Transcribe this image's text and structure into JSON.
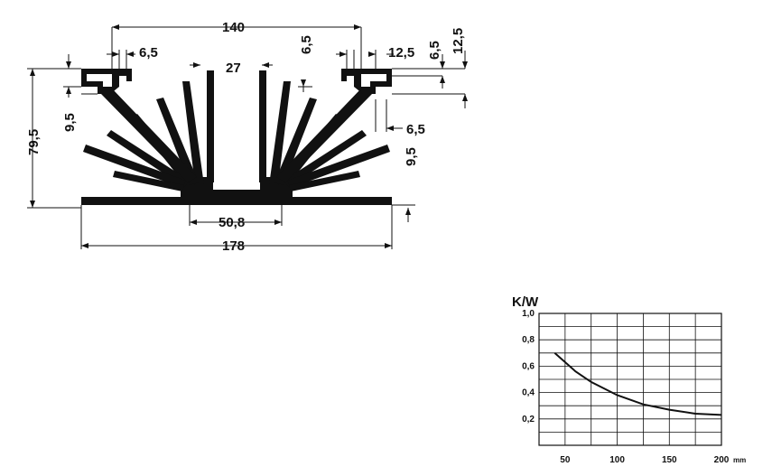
{
  "drawing": {
    "dimensions": {
      "d140": "140",
      "d6_5_top": "6,5",
      "d27": "27",
      "d6_5_right": "6,5",
      "d12_5": "12,5",
      "d6_5_vert": "6,5",
      "d12_5_vert": "12,5",
      "d9_5_left": "9,5",
      "d79_5": "79,5",
      "d6_5_lower": "6,5",
      "d9_5_right": "9,5",
      "d50_8": "50,8",
      "d178": "178"
    }
  },
  "chart_data": {
    "type": "line",
    "ylabel": "K/W",
    "x_ticks": [
      "50",
      "100",
      "150",
      "200"
    ],
    "x_unit": "mm",
    "y_ticks": [
      "0,2",
      "0,4",
      "0,6",
      "0,8",
      "1,0"
    ],
    "xlim": [
      25,
      200
    ],
    "ylim": [
      0,
      1.0
    ],
    "grid": true,
    "series": [
      {
        "x": [
          40,
          50,
          60,
          75,
          100,
          125,
          150,
          175,
          200
        ],
        "y": [
          0.7,
          0.63,
          0.56,
          0.48,
          0.38,
          0.31,
          0.27,
          0.24,
          0.23
        ]
      }
    ]
  }
}
